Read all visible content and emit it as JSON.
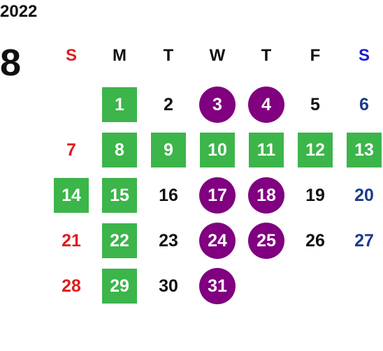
{
  "year": "2022",
  "month": "8",
  "weekdays": [
    "S",
    "M",
    "T",
    "W",
    "T",
    "F",
    "S"
  ],
  "colors": {
    "green": "#3cb54a",
    "purple": "#800080",
    "sunday": "#e01c1c",
    "saturday": "#1b3c8c",
    "saturday_header": "#1a1ad6",
    "text": "#111111"
  },
  "weeks": [
    [
      null,
      {
        "d": "1",
        "m": "green"
      },
      {
        "d": "2"
      },
      {
        "d": "3",
        "m": "purple"
      },
      {
        "d": "4",
        "m": "purple"
      },
      {
        "d": "5"
      },
      {
        "d": "6"
      }
    ],
    [
      {
        "d": "7"
      },
      {
        "d": "8",
        "m": "green"
      },
      {
        "d": "9",
        "m": "green"
      },
      {
        "d": "10",
        "m": "green"
      },
      {
        "d": "11",
        "m": "green"
      },
      {
        "d": "12",
        "m": "green"
      },
      {
        "d": "13",
        "m": "green"
      }
    ],
    [
      {
        "d": "14",
        "m": "green"
      },
      {
        "d": "15",
        "m": "green"
      },
      {
        "d": "16"
      },
      {
        "d": "17",
        "m": "purple"
      },
      {
        "d": "18",
        "m": "purple"
      },
      {
        "d": "19"
      },
      {
        "d": "20"
      }
    ],
    [
      {
        "d": "21"
      },
      {
        "d": "22",
        "m": "green"
      },
      {
        "d": "23"
      },
      {
        "d": "24",
        "m": "purple"
      },
      {
        "d": "25",
        "m": "purple"
      },
      {
        "d": "26"
      },
      {
        "d": "27"
      }
    ],
    [
      {
        "d": "28"
      },
      {
        "d": "29",
        "m": "green"
      },
      {
        "d": "30"
      },
      {
        "d": "31",
        "m": "purple"
      },
      null,
      null,
      null
    ]
  ]
}
